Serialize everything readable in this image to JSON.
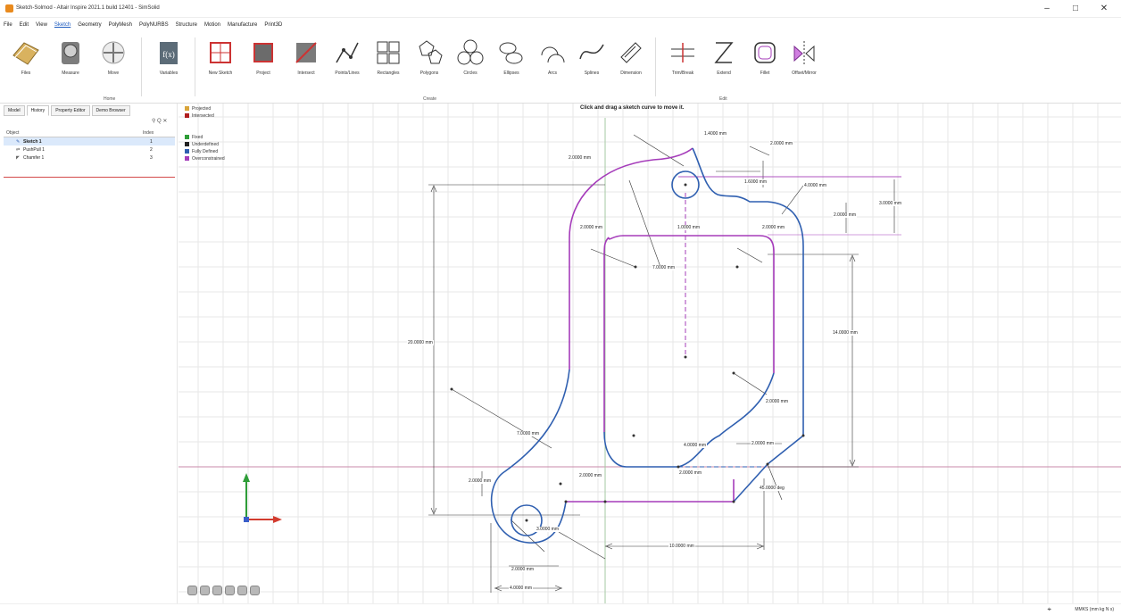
{
  "window": {
    "title": "Sketch-Solmod - Altair Inspire 2021.1 build 12401 - SimSolid",
    "minimize": "–",
    "maximize": "□",
    "close": "✕"
  },
  "menu": [
    "File",
    "Edit",
    "View",
    "Sketch",
    "Geometry",
    "PolyMesh",
    "PolyNURBS",
    "Structure",
    "Motion",
    "Manufacture",
    "Print3D"
  ],
  "menu_active": "Sketch",
  "ribbon": {
    "buttons": [
      {
        "label": "Files",
        "icon": "files-icon"
      },
      {
        "label": "Measure",
        "icon": "measure-icon"
      },
      {
        "label": "Move",
        "icon": "move-icon"
      },
      {
        "label": "Variables",
        "icon": "variables-icon"
      },
      {
        "label": "New Sketch",
        "icon": "new-sketch-icon"
      },
      {
        "label": "Project",
        "icon": "project-icon"
      },
      {
        "label": "Intersect",
        "icon": "intersect-icon"
      },
      {
        "label": "Points/Lines",
        "icon": "points-lines-icon"
      },
      {
        "label": "Rectangles",
        "icon": "rectangles-icon"
      },
      {
        "label": "Polygons",
        "icon": "polygons-icon"
      },
      {
        "label": "Circles",
        "icon": "circles-icon"
      },
      {
        "label": "Ellipses",
        "icon": "ellipses-icon"
      },
      {
        "label": "Arcs",
        "icon": "arcs-icon"
      },
      {
        "label": "Splines",
        "icon": "splines-icon"
      },
      {
        "label": "Dimension",
        "icon": "dimension-icon"
      },
      {
        "label": "Trim/Break",
        "icon": "trim-break-icon"
      },
      {
        "label": "Extend",
        "icon": "extend-icon"
      },
      {
        "label": "Fillet",
        "icon": "fillet-icon"
      },
      {
        "label": "Offset/Mirror",
        "icon": "offset-mirror-icon"
      }
    ],
    "groups": {
      "home": "Home",
      "create": "Create",
      "edit": "Edit"
    }
  },
  "panel": {
    "tabs": [
      "Model",
      "History",
      "Property Editor",
      "Demo Browser"
    ],
    "active_tab": "History",
    "icons": "⚲ Q ✕",
    "columns": {
      "object": "Object",
      "index": "Index"
    },
    "rows": [
      {
        "icon": "✎",
        "name": "Sketch 1",
        "index": "1",
        "selected": true
      },
      {
        "icon": "⇄",
        "name": "PushPull 1",
        "index": "2",
        "selected": false
      },
      {
        "icon": "◤",
        "name": "Chamfer 1",
        "index": "3",
        "selected": false
      }
    ]
  },
  "canvas": {
    "hint": "Click and drag a sketch curve to move it.",
    "legend_top": [
      {
        "label": "Projected",
        "color": "#d9a53a"
      },
      {
        "label": "Intersected",
        "color": "#b01e1e"
      }
    ],
    "legend_status": [
      {
        "label": "Fixed",
        "color": "#2e9d38"
      },
      {
        "label": "Underdefined",
        "color": "#222222"
      },
      {
        "label": "Fully Defined",
        "color": "#2f5fb0"
      },
      {
        "label": "Overconstrained",
        "color": "#a53cba"
      }
    ],
    "dimensions": [
      "1.4000 mm",
      "2.0000 mm",
      "2.0000 mm",
      "1.6000 mm",
      "4.0000 mm",
      "3.0000 mm",
      "2.0000 mm",
      "2.0000 mm",
      "1.0000 mm",
      "2.0000 mm",
      "7.0000 mm",
      "20.0000 mm",
      "14.0000 mm",
      "2.0000 mm",
      "7.0000 mm",
      "4.0000 mm",
      "2.0000 mm",
      "2.0000 mm",
      "2.0000 mm",
      "45.0000 deg",
      "2.0000 mm",
      "10.0000 mm",
      "3.0000 mm",
      "2.0000 mm",
      "4.0000 mm"
    ]
  },
  "status": {
    "units": "MMKS (mm kg N s)",
    "icon": "⌖"
  },
  "colors": {
    "overconstrained": "#a53cba",
    "fully_defined": "#2f5fb0",
    "grid": "#e7e7e7",
    "axis_pink": "#c98aa8"
  }
}
